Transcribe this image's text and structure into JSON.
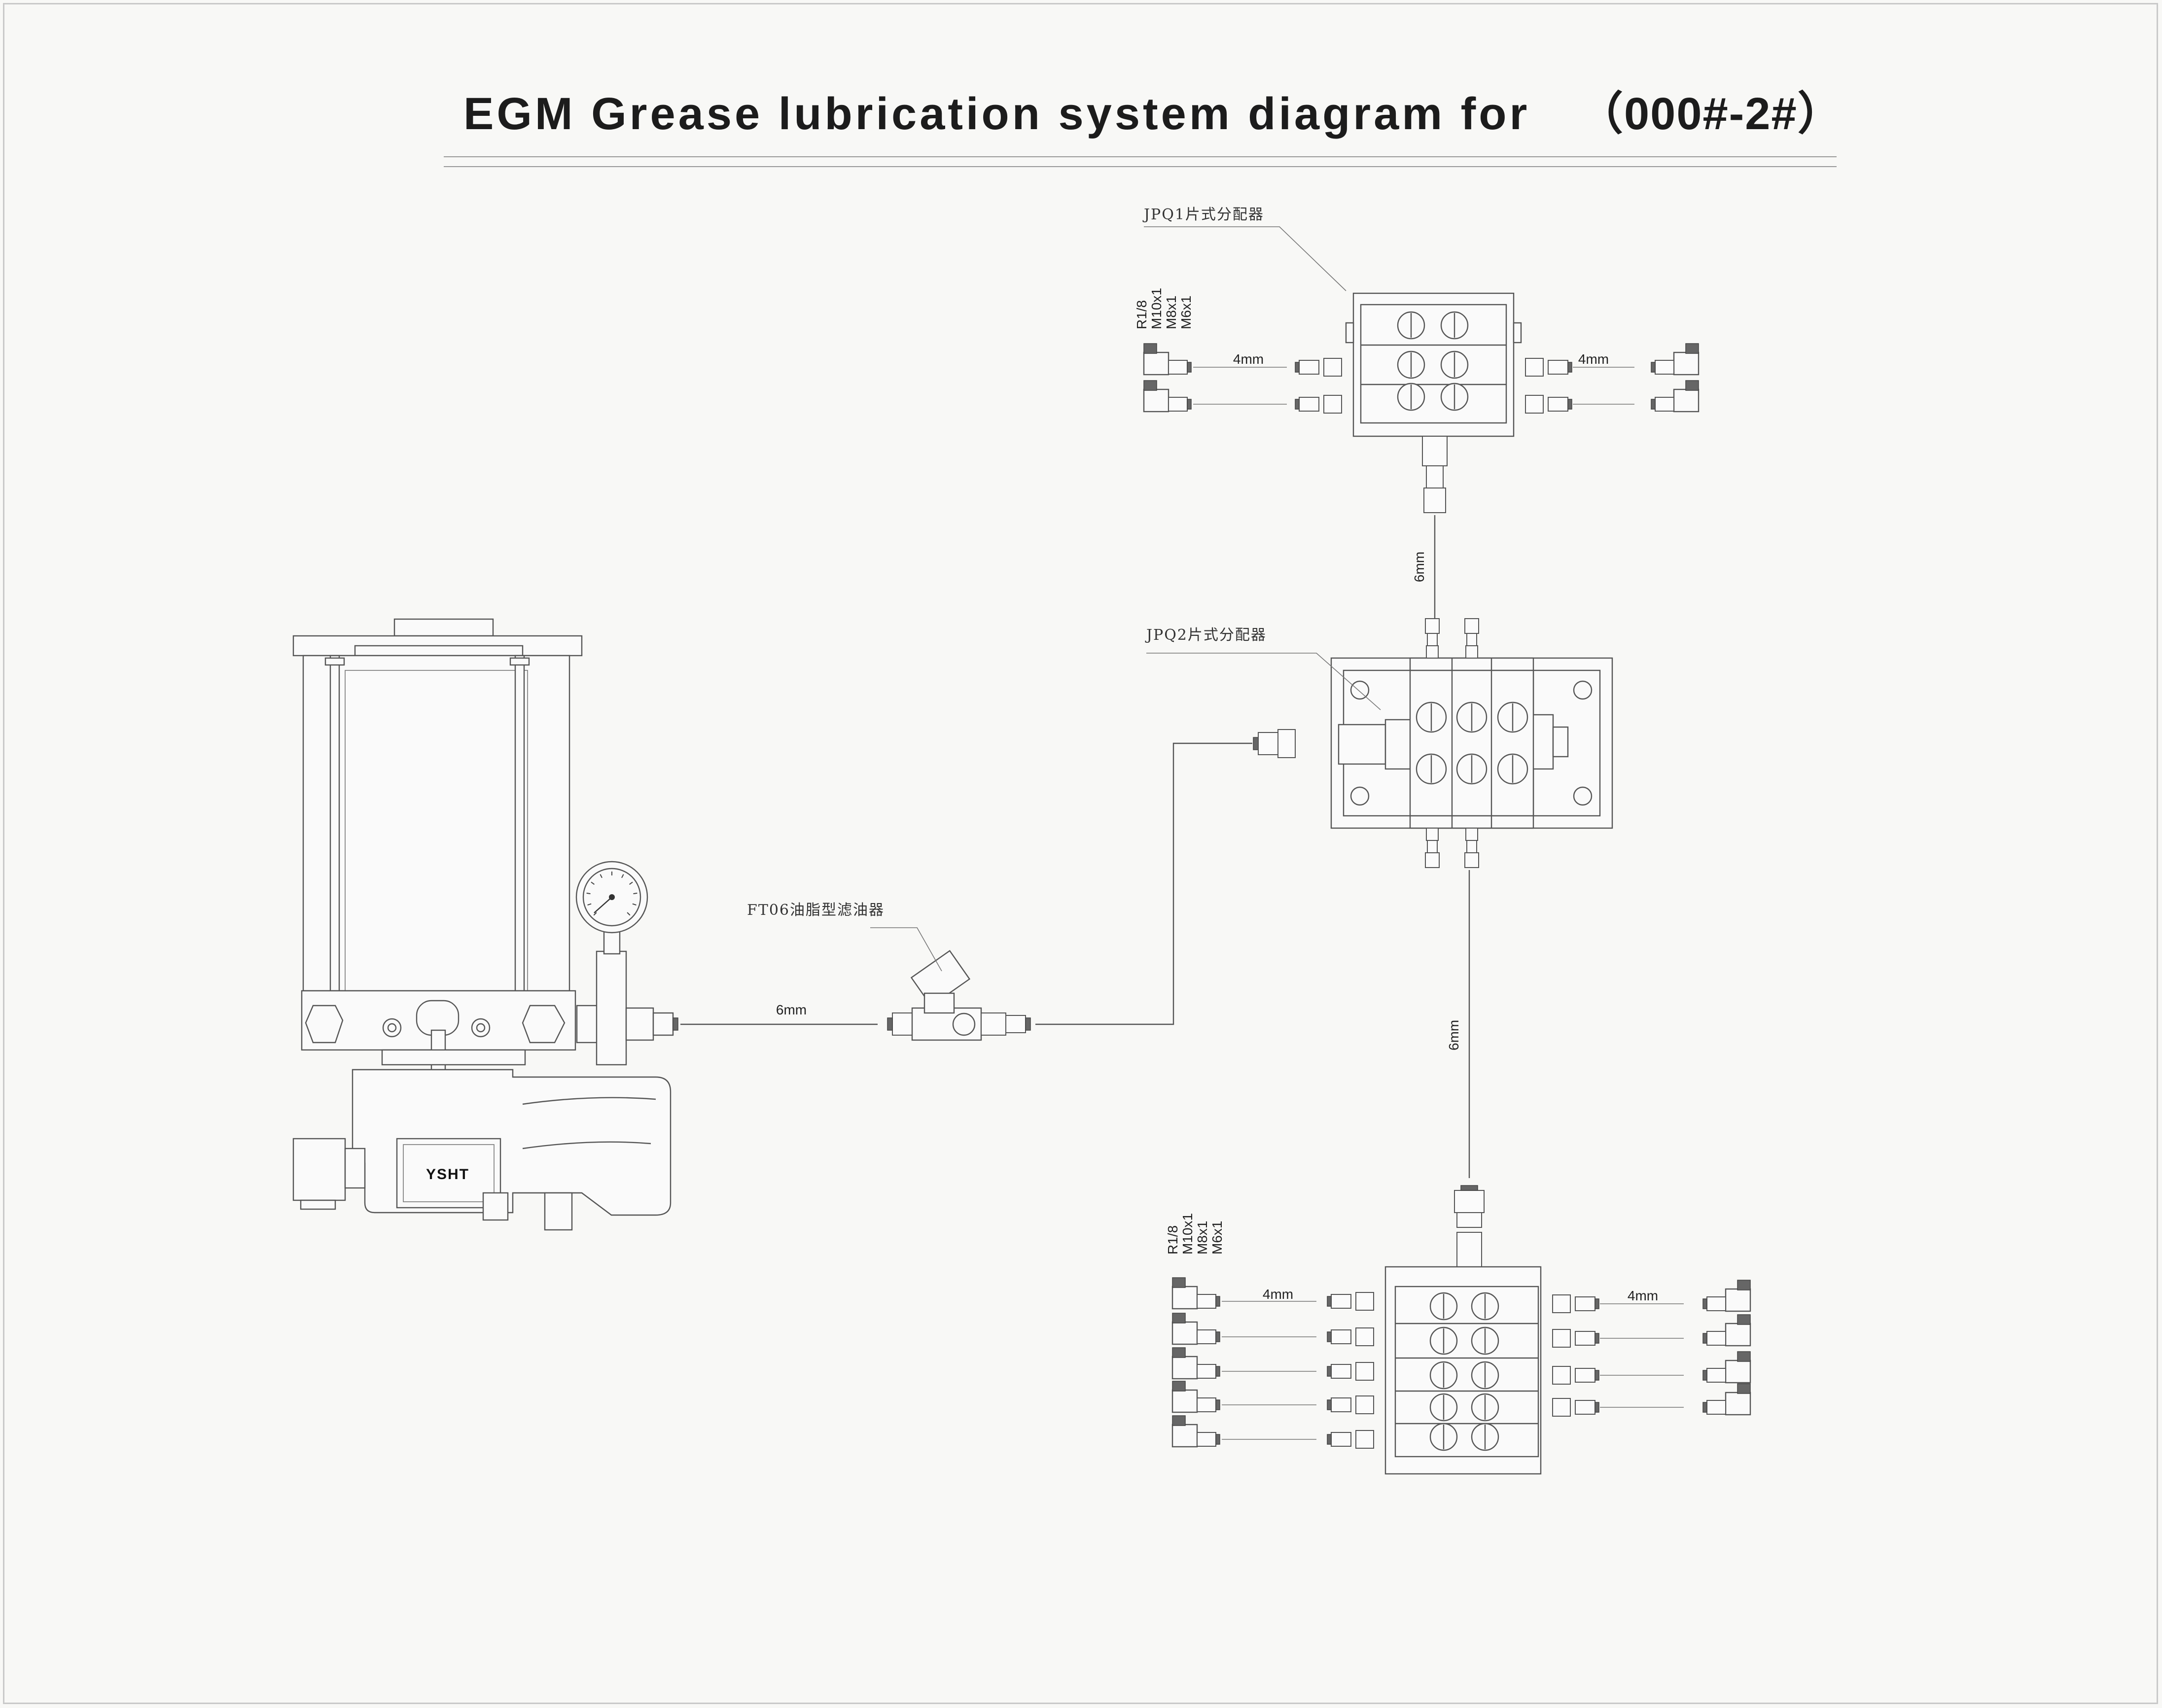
{
  "title": {
    "main": "EGM Grease lubrication system diagram for",
    "model": "（000#-2#）"
  },
  "pump": {
    "brand": "YSHT"
  },
  "filter": {
    "label": "FT06油脂型滤油器"
  },
  "distributors": {
    "jpq1": {
      "label": "JPQ1片式分配器"
    },
    "jpq2": {
      "label": "JPQ2片式分配器"
    }
  },
  "thread_specs": [
    "R1/8",
    "M10x1",
    "M8x1",
    "M6x1"
  ],
  "tubes": {
    "pump_to_filter": "6mm",
    "jpq2_to_jpq1": "6mm",
    "jpq2_to_lower": "6mm",
    "outlet": "4mm"
  },
  "colors": {
    "background": "#f8f8f6",
    "line": "#555555",
    "text": "#1c1c1c"
  }
}
